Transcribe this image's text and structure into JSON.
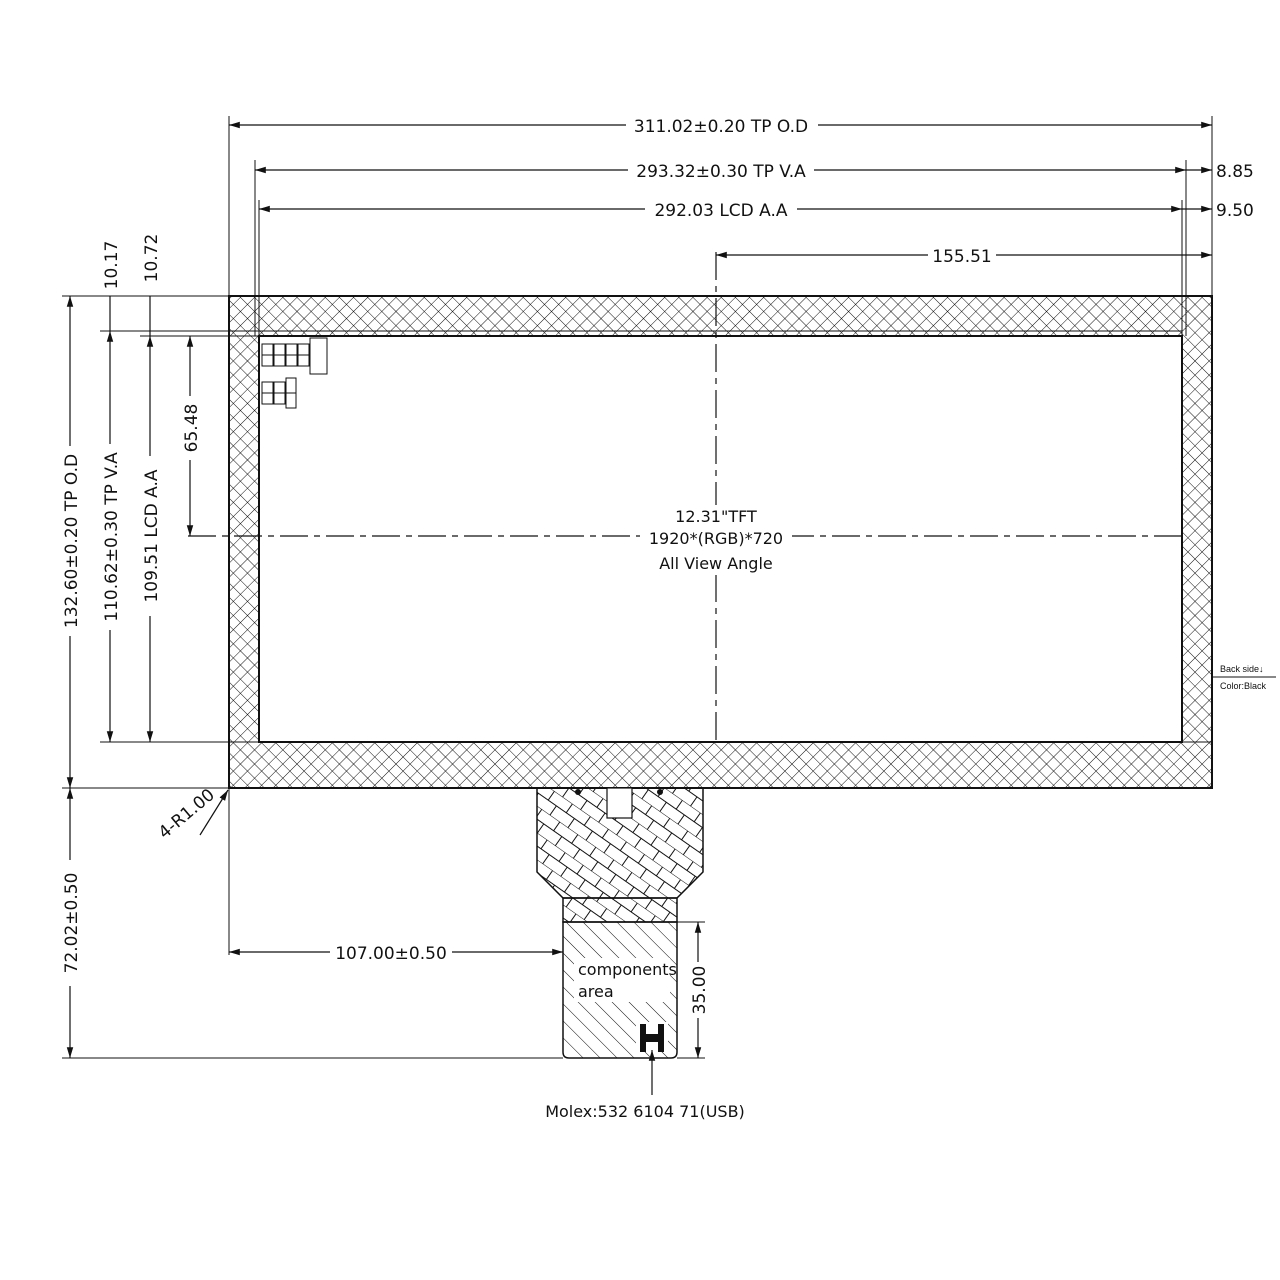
{
  "dimensions": {
    "tp_od_width": "311.02±0.20 TP O.D",
    "tp_va_width": "293.32±0.30 TP V.A",
    "lcd_aa_width": "292.03 LCD A.A",
    "center_offset": "155.51",
    "right_margin_va": "8.85",
    "right_margin_aa": "9.50",
    "top_margin_va": "10.17",
    "top_margin_aa": "10.72",
    "tp_od_height": "132.60±0.20 TP O.D",
    "tp_va_height": "110.62±0.30 TP V.A",
    "lcd_aa_height": "109.51  LCD A.A",
    "center_height": "65.48",
    "corner_radius": "4-R1.00",
    "fpc_offset": "107.00±0.50",
    "fpc_length": "72.02±0.50",
    "fpc_tail": "35.00"
  },
  "panel": {
    "size": "12.31\"TFT",
    "resolution": "1920*(RGB)*720",
    "view_angle": "All View Angle"
  },
  "notes": {
    "back_side": "Back side↓",
    "color": "Color:Black",
    "components": "components",
    "components_area": "area",
    "connector": "Molex:532 6104 71(USB)"
  }
}
